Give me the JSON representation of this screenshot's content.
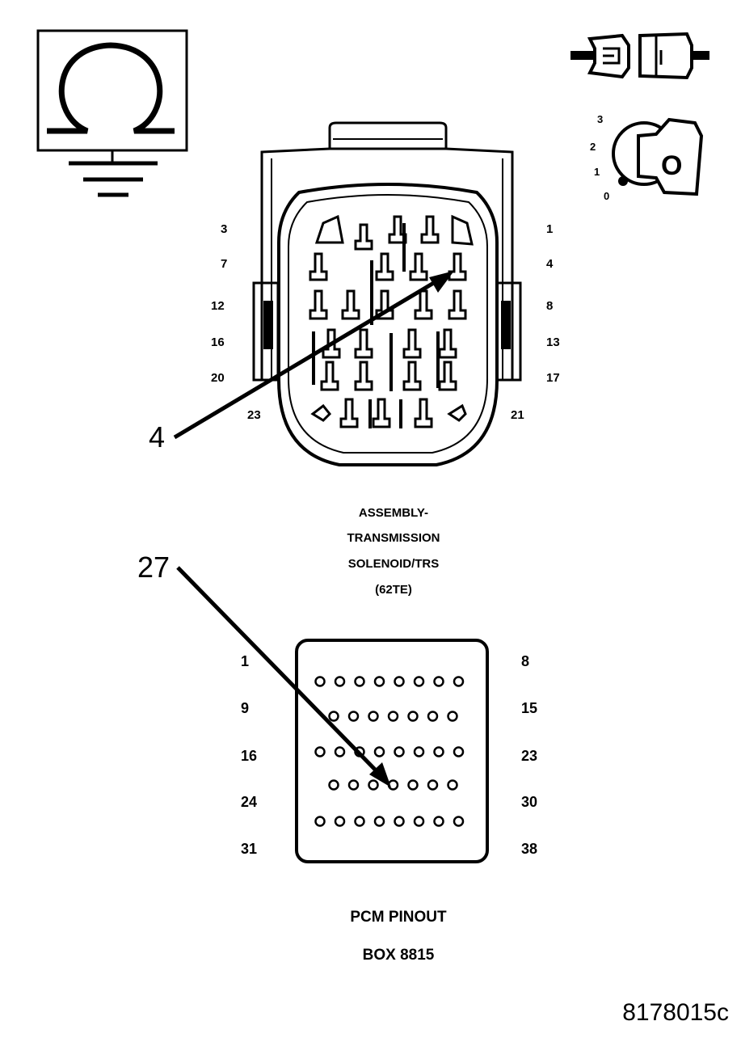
{
  "symbols": {
    "ohmmeter_icon": "ohm-ground-icon",
    "connector_icon": "disconnect-connector-icon",
    "ignition_icon": "ignition-key-icon"
  },
  "ignition": {
    "positions": [
      "3",
      "2",
      "1",
      "0"
    ],
    "key_letter": "O"
  },
  "connector": {
    "left_pins": [
      "3",
      "7",
      "12",
      "16",
      "20",
      "23"
    ],
    "right_pins": [
      "1",
      "4",
      "8",
      "13",
      "17",
      "21"
    ],
    "callout": "4",
    "caption": [
      "ASSEMBLY-",
      "TRANSMISSION",
      "SOLENOID/TRS",
      "(62TE)"
    ]
  },
  "pcm": {
    "left_pins": [
      "1",
      "9",
      "16",
      "24",
      "31"
    ],
    "right_pins": [
      "8",
      "15",
      "23",
      "30",
      "38"
    ],
    "callout": "27",
    "caption": [
      "PCM PINOUT",
      "BOX 8815"
    ]
  },
  "figure_id": "8178015c"
}
